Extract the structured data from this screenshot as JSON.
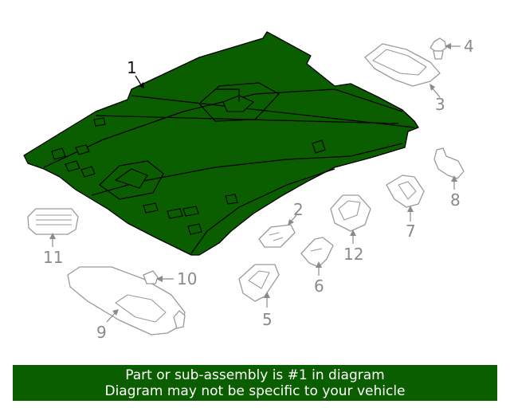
{
  "callouts": {
    "c1": "1",
    "c2": "2",
    "c3": "3",
    "c4": "4",
    "c5": "5",
    "c6": "6",
    "c7": "7",
    "c8": "8",
    "c9": "9",
    "c10": "10",
    "c11": "11",
    "c12": "12"
  },
  "banner": {
    "line1": "Part or sub-assembly is #1 in diagram",
    "line2": "Diagram may not be specific to your vehicle"
  },
  "colors": {
    "highlight": "#0b5e00",
    "outline": "#9a9a9a",
    "banner_text": "#ffffff"
  }
}
